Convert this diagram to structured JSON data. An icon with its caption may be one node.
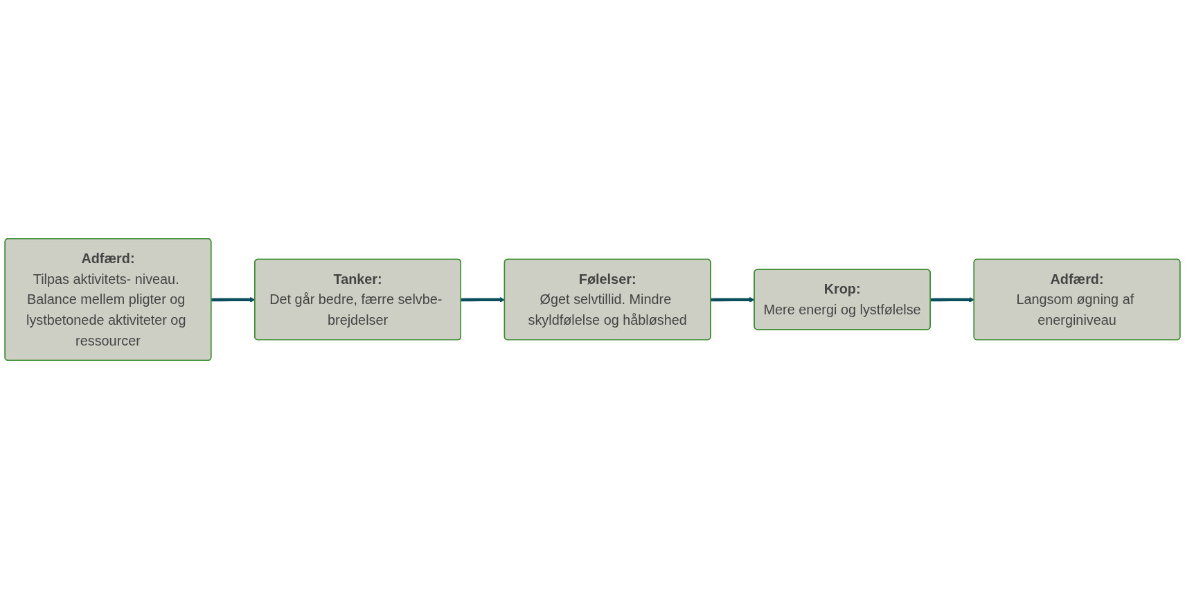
{
  "diagram": {
    "nodes": [
      {
        "text": [
          "Adfærd:",
          "Tilpas aktivitets- niveau. Balance mellem pligter og lystbetonede aktiviteter og ressourcer"
        ]
      },
      {
        "text": [
          "Tanker:",
          "Det går bedre, færre selvbe- brejdelser"
        ]
      },
      {
        "text": [
          "Følelser:",
          "Øget selvtillid. Mindre skyldfølelse og håbløshed"
        ]
      },
      {
        "text": [
          "Krop:",
          "Mere energi og lystfølelse"
        ]
      },
      {
        "text": [
          "Adfærd:",
          "Langsom øgning af energiniveau"
        ]
      }
    ],
    "edges": [
      {
        "from": 0,
        "to": 1,
        "arrow": "to"
      },
      {
        "from": 1,
        "to": 2,
        "arrow": "to"
      },
      {
        "from": 2,
        "to": 3,
        "arrow": "to"
      },
      {
        "from": 3,
        "to": 4,
        "arrow": "to"
      }
    ]
  }
}
